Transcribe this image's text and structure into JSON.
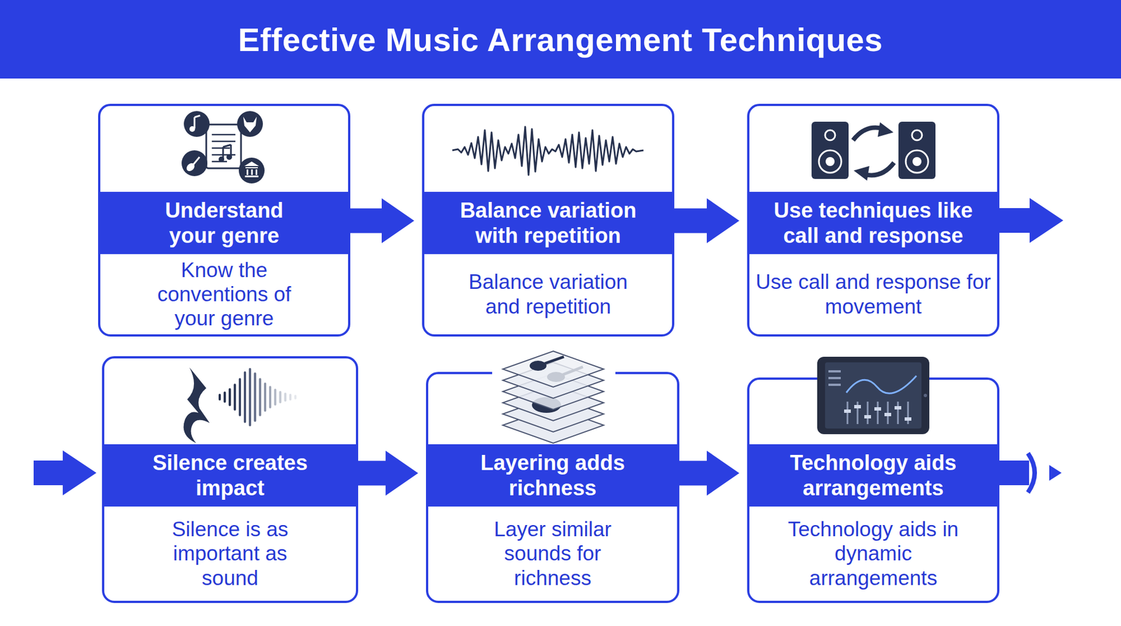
{
  "diagram": {
    "title": "Effective Music Arrangement Techniques",
    "nodes": [
      {
        "text": [
          "Understand your genre",
          "Know the conventions of your genre"
        ]
      },
      {
        "text": [
          "Balance variation with repetition",
          "Balance variation and repetition"
        ]
      },
      {
        "text": [
          "Use techniques like call and response",
          "Use call and response for movement"
        ]
      },
      {
        "text": [
          "Silence creates impact",
          "Silence is as important as sound"
        ]
      },
      {
        "text": [
          "Layering adds richness",
          "Layer similar sounds for richness"
        ]
      },
      {
        "text": [
          "Technology aids arrangements",
          "Technology aids in dynamic arrangements"
        ]
      }
    ],
    "edges": [
      {
        "from": 0,
        "to": 1,
        "arrow": "to"
      },
      {
        "from": 1,
        "to": 2,
        "arrow": "to"
      },
      {
        "from": 3,
        "to": 4,
        "arrow": "to"
      },
      {
        "from": 4,
        "to": 5,
        "arrow": "to"
      }
    ]
  }
}
